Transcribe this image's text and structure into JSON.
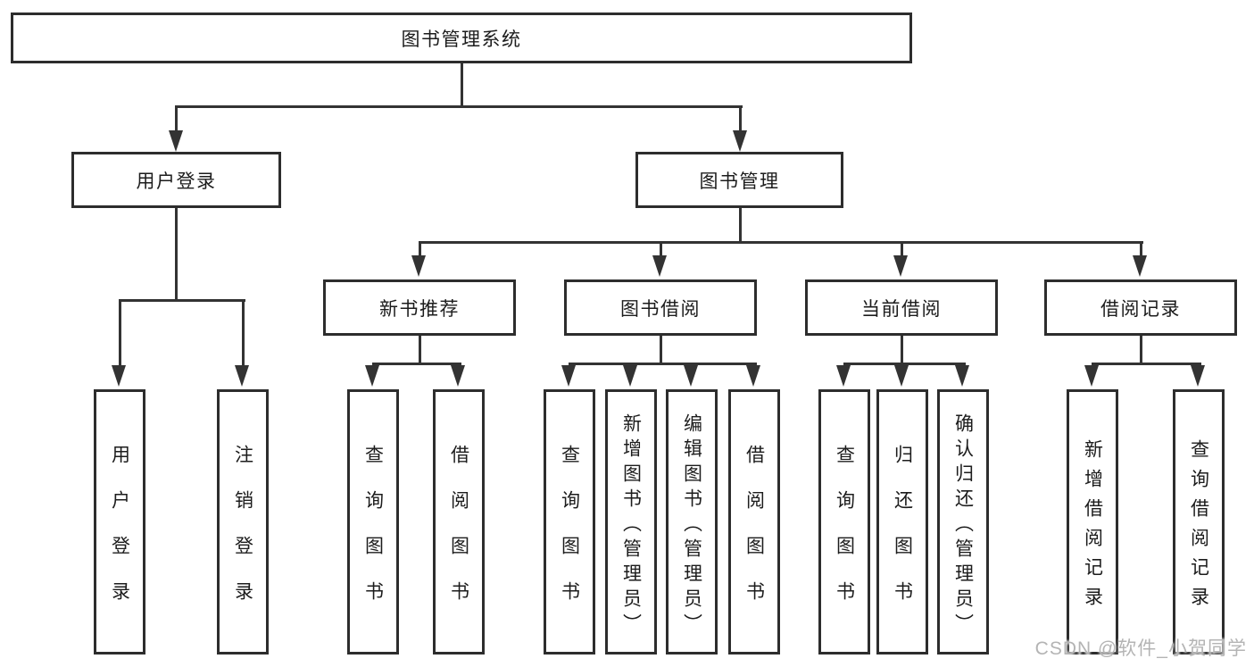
{
  "diagram": {
    "root": {
      "label": "图书管理系统"
    },
    "level2": [
      {
        "label": "用户登录"
      },
      {
        "label": "图书管理"
      }
    ],
    "level3": [
      {
        "label": "新书推荐",
        "parent": "图书管理"
      },
      {
        "label": "图书借阅",
        "parent": "图书管理"
      },
      {
        "label": "当前借阅",
        "parent": "图书管理"
      },
      {
        "label": "借阅记录",
        "parent": "图书管理"
      }
    ],
    "leaves": [
      {
        "label": "用户登录",
        "parent": "用户登录"
      },
      {
        "label": "注销登录",
        "parent": "用户登录"
      },
      {
        "label": "查询图书",
        "parent": "新书推荐"
      },
      {
        "label": "借阅图书",
        "parent": "新书推荐"
      },
      {
        "label": "查询图书",
        "parent": "图书借阅"
      },
      {
        "label": "新增图书（管理员）",
        "parent": "图书借阅"
      },
      {
        "label": "编辑图书（管理员）",
        "parent": "图书借阅"
      },
      {
        "label": "借阅图书",
        "parent": "图书借阅"
      },
      {
        "label": "查询图书",
        "parent": "当前借阅"
      },
      {
        "label": "归还图书",
        "parent": "当前借阅"
      },
      {
        "label": "确认归还（管理员）",
        "parent": "当前借阅"
      },
      {
        "label": "新增借阅记录",
        "parent": "借阅记录"
      },
      {
        "label": "查询借阅记录",
        "parent": "借阅记录"
      }
    ]
  },
  "watermark": "CSDN @软件_小贺同学",
  "colors": {
    "line": "#333333",
    "border": "#2d2d2d",
    "text": "#1c1c1c",
    "watermark": "#b4b4b4",
    "background": "#ffffff"
  }
}
